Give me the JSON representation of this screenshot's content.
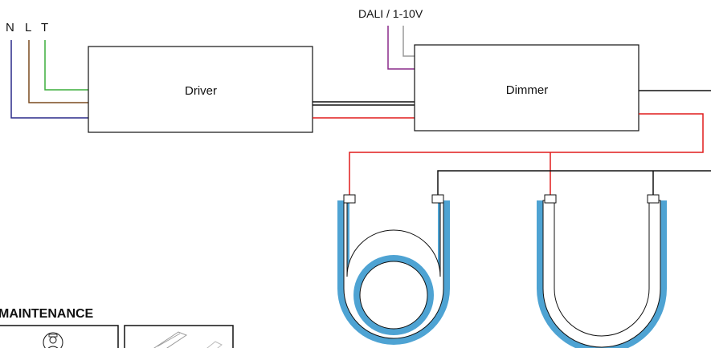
{
  "terminals": {
    "n": "N",
    "l": "L",
    "t": "T"
  },
  "control_signal": "DALI / 1-10V",
  "blocks": {
    "driver": "Driver",
    "dimmer": "Dimmer"
  },
  "section_heading": "MAINTENANCE",
  "colors": {
    "neutral": "#2a2a8a",
    "live": "#7a4a1e",
    "earth": "#3cae3c",
    "positive": "#e11b1b",
    "negative": "#111111",
    "dali_purple": "#8a2a8a",
    "dali_grey": "#9a9a9a",
    "led_strip": "#4ea3d3",
    "led_strip_core": "#f2f2f2"
  },
  "icons": [
    "technician-icon",
    "led-profile-icon"
  ]
}
